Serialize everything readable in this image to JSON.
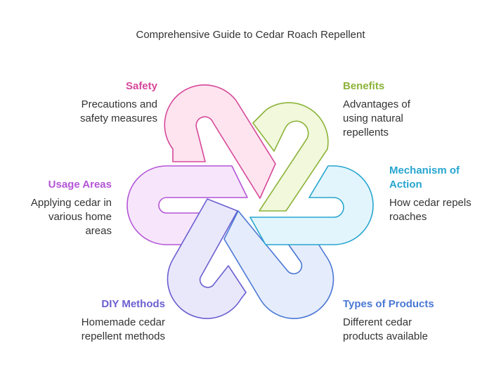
{
  "title": "Comprehensive Guide to Cedar Roach Repellent",
  "items": [
    {
      "heading": "Safety",
      "lines": [
        "Precautions and",
        "safety measures"
      ],
      "color": "#d6489a",
      "fill": "#fde4ef"
    },
    {
      "heading": "Benefits",
      "lines": [
        "Advantages of",
        "using natural",
        "repellents"
      ],
      "color": "#8cb33a",
      "fill": "#f1f8dc"
    },
    {
      "heading_lines": [
        "Mechanism of",
        "Action"
      ],
      "lines": [
        "How cedar repels",
        "roaches"
      ],
      "color": "#27a5cf",
      "fill": "#e2f5fc"
    },
    {
      "heading": "Types of Products",
      "lines": [
        "Different cedar",
        "products available"
      ],
      "color": "#4a78d4",
      "fill": "#e5ecfb"
    },
    {
      "heading": "DIY Methods",
      "lines": [
        "Homemade cedar",
        "repellent methods"
      ],
      "color": "#6a5fd0",
      "fill": "#e9e8fb"
    },
    {
      "heading": "Usage Areas",
      "lines": [
        "Applying cedar in",
        "various home",
        "areas"
      ],
      "color": "#b455d6",
      "fill": "#f7e6fb"
    }
  ]
}
